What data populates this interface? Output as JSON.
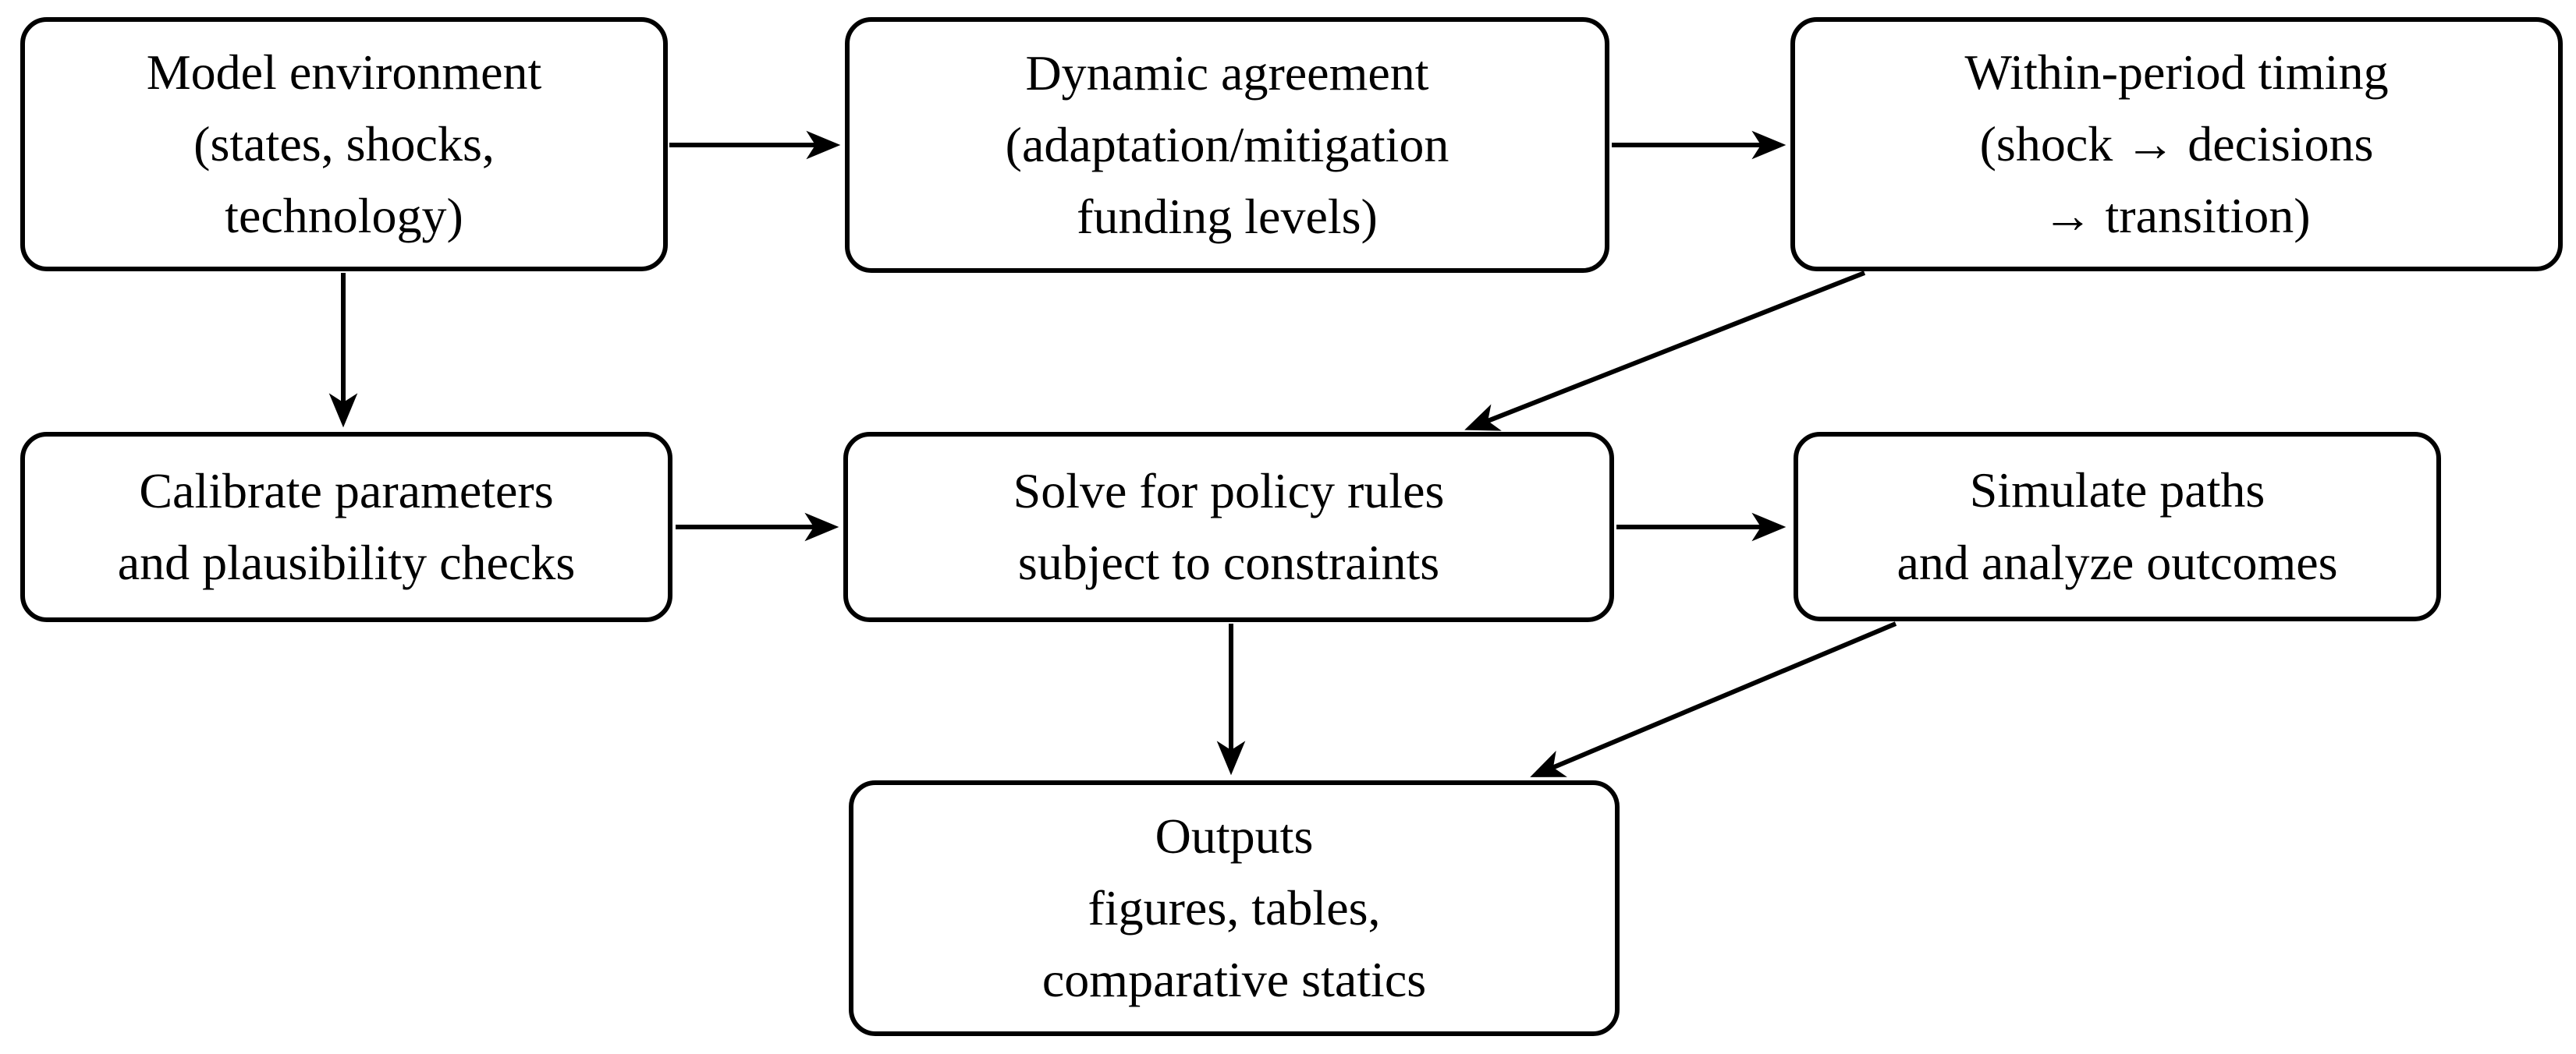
{
  "diagram": {
    "colors": {
      "background": "#ffffff",
      "node_fill": "#ffffff",
      "stroke": "#000000",
      "text": "#000000"
    },
    "nodes": [
      {
        "id": "model-environment",
        "lines": [
          "Model environment",
          "(states, shocks,",
          "technology)"
        ]
      },
      {
        "id": "dynamic-agreement",
        "lines": [
          "Dynamic agreement",
          "(adaptation/mitigation",
          "funding levels)"
        ]
      },
      {
        "id": "within-period-timing",
        "lines": [
          "Within-period timing",
          "(shock → decisions",
          "→ transition)"
        ]
      },
      {
        "id": "calibrate-parameters",
        "lines": [
          "Calibrate parameters",
          "and plausibility checks"
        ]
      },
      {
        "id": "solve-policy-rules",
        "lines": [
          "Solve for policy rules",
          "subject to constraints"
        ]
      },
      {
        "id": "simulate-paths",
        "lines": [
          "Simulate paths",
          "and analyze outcomes"
        ]
      },
      {
        "id": "outputs",
        "lines": [
          "Outputs",
          "figures, tables,",
          "comparative statics"
        ]
      }
    ],
    "edges": [
      {
        "from": "model-environment",
        "to": "dynamic-agreement"
      },
      {
        "from": "dynamic-agreement",
        "to": "within-period-timing"
      },
      {
        "from": "model-environment",
        "to": "calibrate-parameters"
      },
      {
        "from": "within-period-timing",
        "to": "solve-policy-rules"
      },
      {
        "from": "calibrate-parameters",
        "to": "solve-policy-rules"
      },
      {
        "from": "solve-policy-rules",
        "to": "simulate-paths"
      },
      {
        "from": "solve-policy-rules",
        "to": "outputs"
      },
      {
        "from": "simulate-paths",
        "to": "outputs"
      }
    ]
  }
}
